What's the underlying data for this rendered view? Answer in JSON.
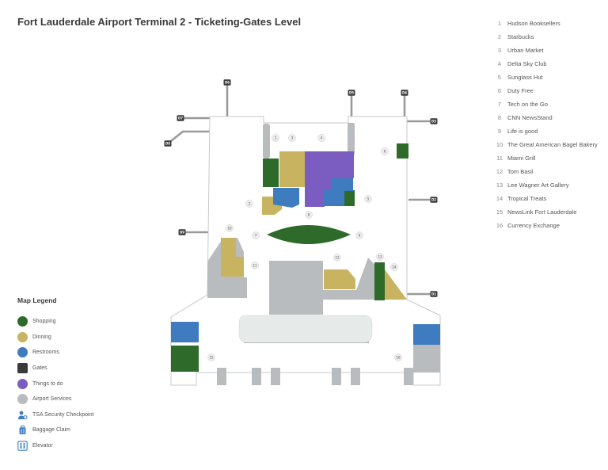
{
  "title": "Fort Lauderdale Airport Terminal 2 - Ticketing-Gates Level",
  "colors": {
    "shopping": "#2e6b2a",
    "dining": "#c8b460",
    "restrooms": "#3f7cbf",
    "gates": "#3a3a3a",
    "things_to_do": "#7b5cc0",
    "airport_services": "#b9bcbf"
  },
  "legend": {
    "title": "Map Legend",
    "items": [
      {
        "label": "Shopping",
        "type": "circle",
        "color": "#2e6b2a"
      },
      {
        "label": "Dinning",
        "type": "circle",
        "color": "#c8b460"
      },
      {
        "label": "Restrooms",
        "type": "circle",
        "color": "#3f7cbf"
      },
      {
        "label": "Gates",
        "type": "square",
        "color": "#3a3a3a"
      },
      {
        "label": "Things to do",
        "type": "circle",
        "color": "#7b5cc0"
      },
      {
        "label": "Airport Services",
        "type": "circle",
        "color": "#b9bcbf"
      },
      {
        "label": "TSA  Security Checkpoint",
        "type": "icon",
        "icon": "tsa-person-icon",
        "color": "#3f7cbf"
      },
      {
        "label": "Baggage Claim",
        "type": "icon",
        "icon": "baggage-icon",
        "color": "#3f7cbf"
      },
      {
        "label": "Elevator",
        "type": "icon",
        "icon": "elevator-icon",
        "color": "#3f7cbf"
      }
    ]
  },
  "pois": [
    {
      "num": "1",
      "name": "Hudson Booksellers"
    },
    {
      "num": "2",
      "name": "Starbucks"
    },
    {
      "num": "3",
      "name": "Urban Market"
    },
    {
      "num": "4",
      "name": "Delta Sky Club"
    },
    {
      "num": "5",
      "name": "Sunglass Hut"
    },
    {
      "num": "6",
      "name": "Duty Free"
    },
    {
      "num": "7",
      "name": "Tech on the Go"
    },
    {
      "num": "8",
      "name": "CNN NewsStand"
    },
    {
      "num": "9",
      "name": "Life is good"
    },
    {
      "num": "10",
      "name": "The Great American Bagel Bakery"
    },
    {
      "num": "11",
      "name": "Miami Grill"
    },
    {
      "num": "12",
      "name": "Tom Basil"
    },
    {
      "num": "13",
      "name": "Lee Wagner Art Gallery"
    },
    {
      "num": "14",
      "name": "Tropical Treats"
    },
    {
      "num": "15",
      "name": "NewsLink Fort Lauderdale"
    },
    {
      "num": "16",
      "name": "Currency Exchange"
    }
  ],
  "gates": [
    "D1",
    "D2",
    "D3",
    "D4",
    "D5",
    "D6",
    "D7",
    "D8",
    "D9"
  ],
  "map_pins": [
    "1",
    "2",
    "3",
    "4",
    "5",
    "6",
    "7",
    "8",
    "9",
    "10",
    "11",
    "12",
    "13",
    "14",
    "15",
    "16"
  ]
}
